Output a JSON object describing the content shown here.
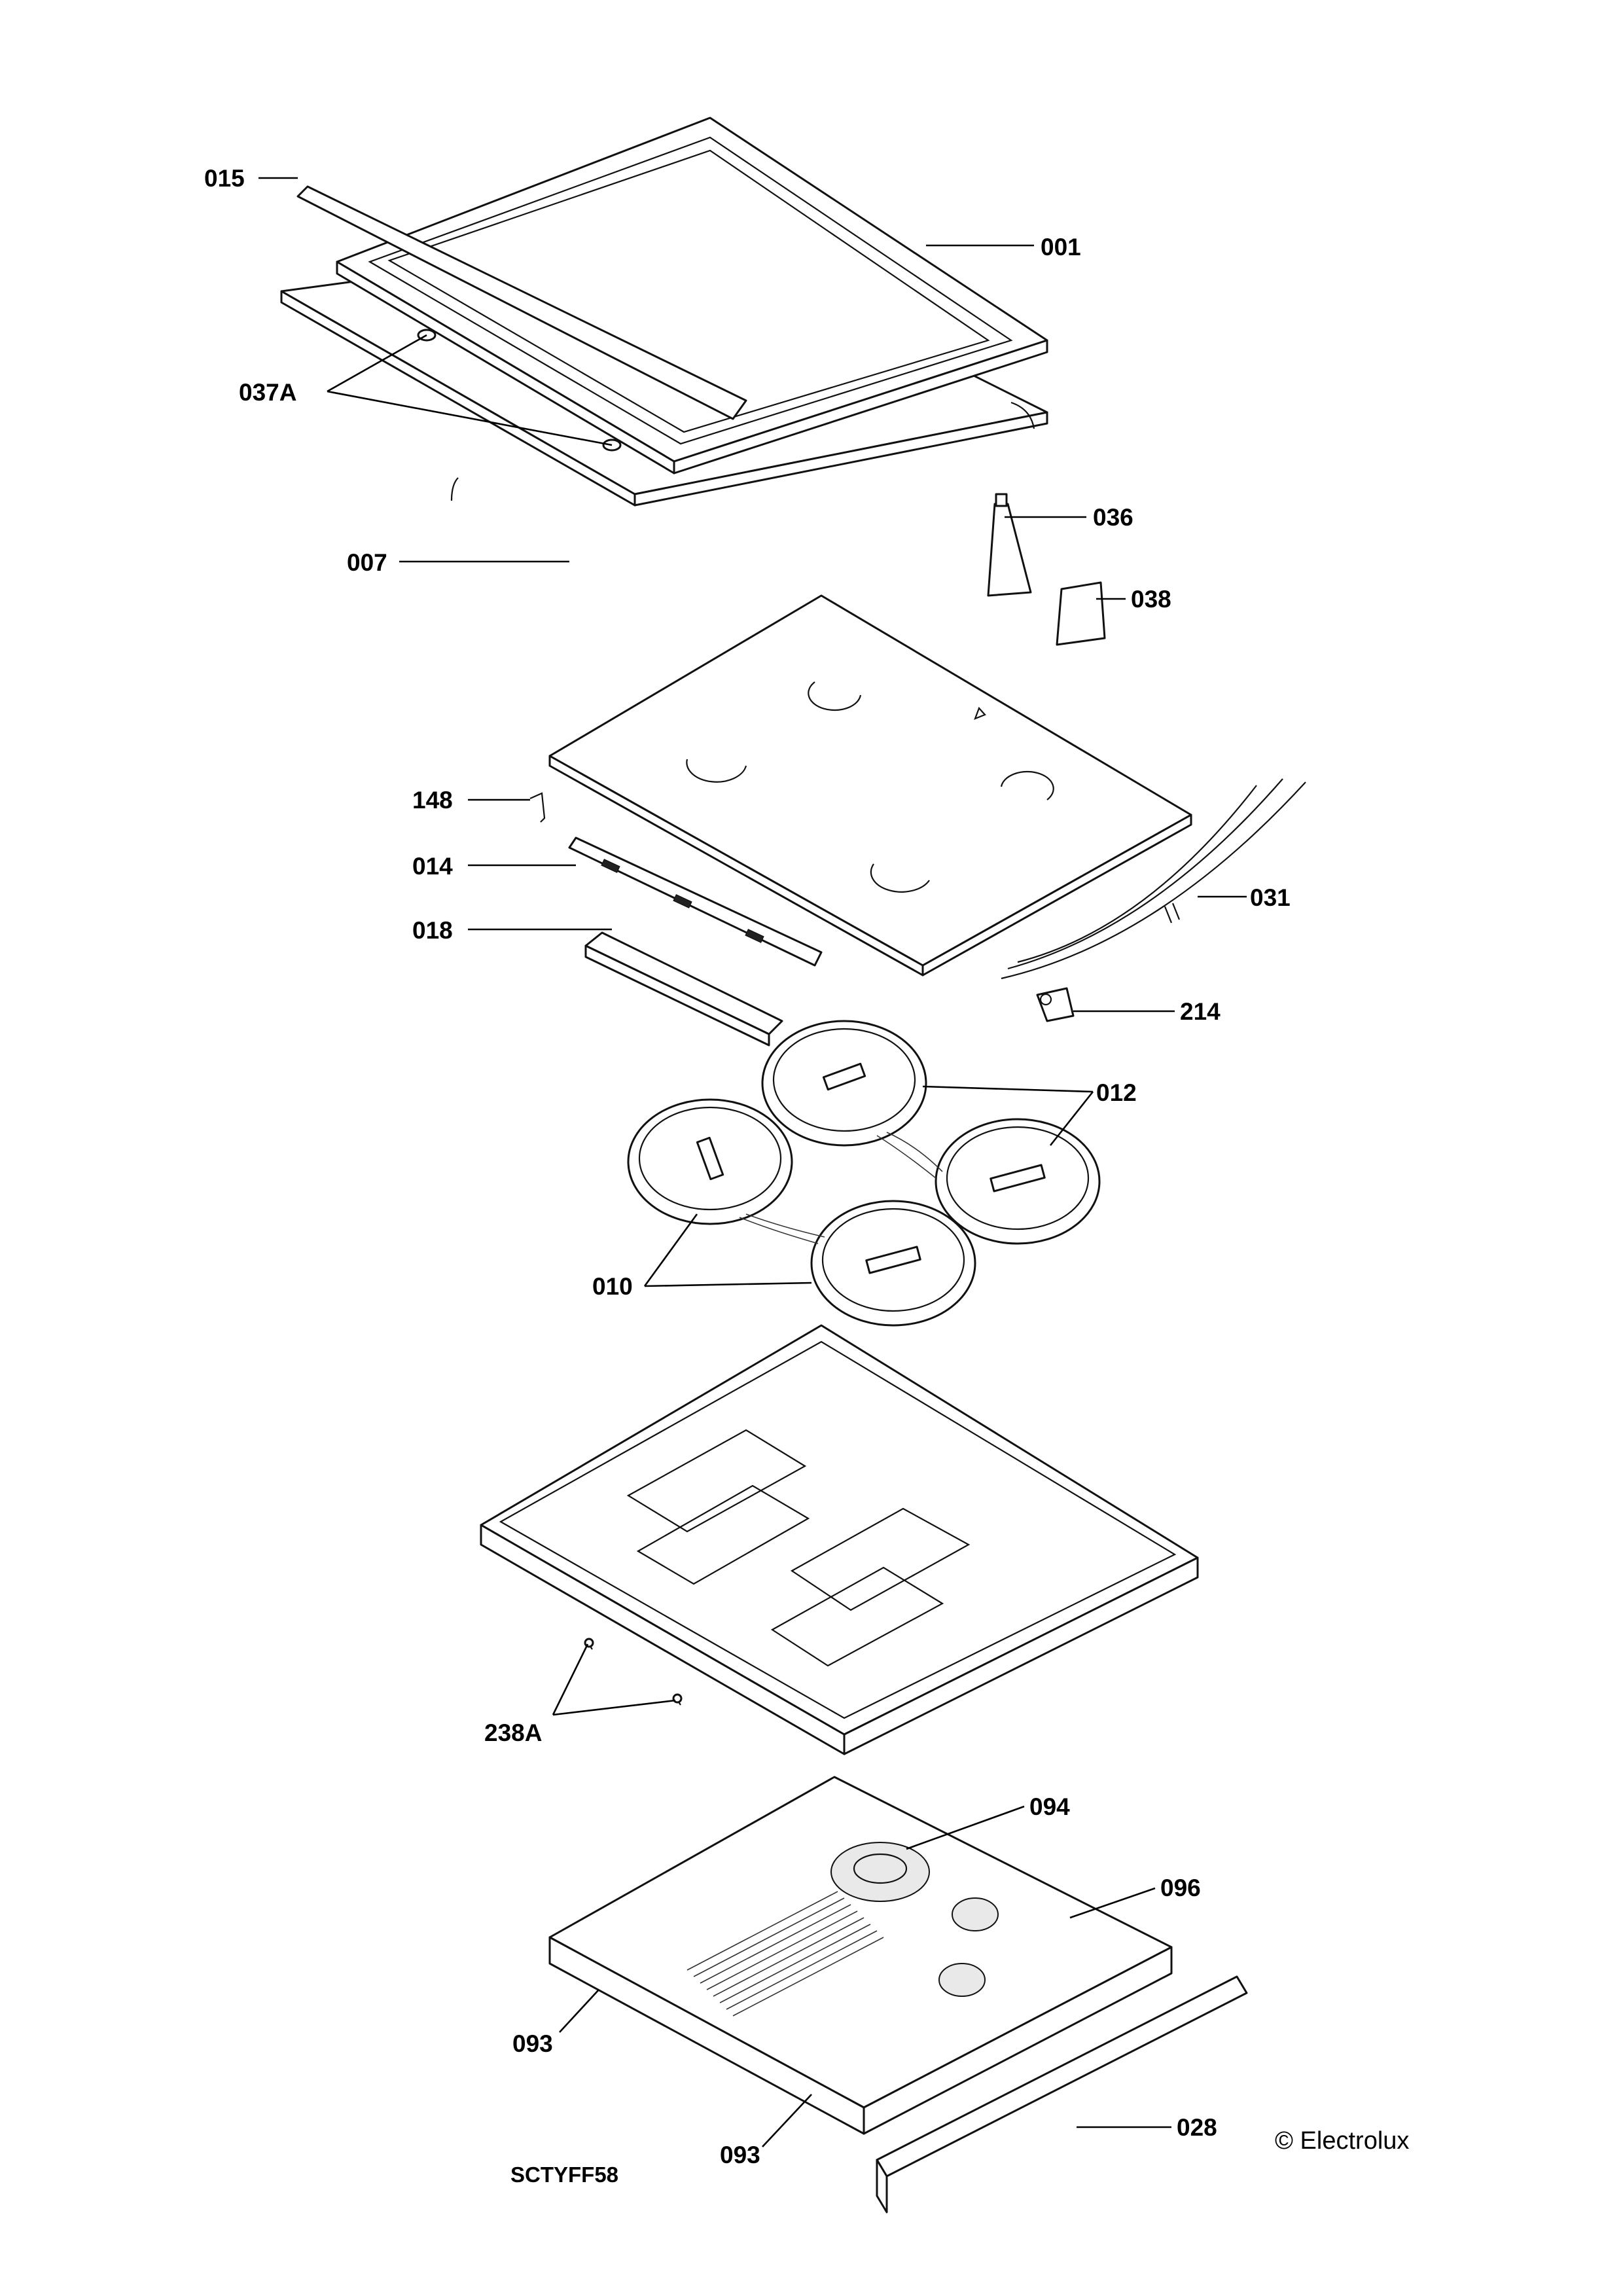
{
  "labels": {
    "p001": "001",
    "p007": "007",
    "p010": "010",
    "p012": "012",
    "p014": "014",
    "p015": "015",
    "p018": "018",
    "p028": "028",
    "p031": "031",
    "p036": "036",
    "p037a": "037A",
    "p038": "038",
    "p093a": "093",
    "p093b": "093",
    "p094": "094",
    "p096": "096",
    "p148": "148",
    "p214": "214",
    "p238a": "238A"
  },
  "drawing_code": "SCTYFF58",
  "copyright": "© Electrolux"
}
